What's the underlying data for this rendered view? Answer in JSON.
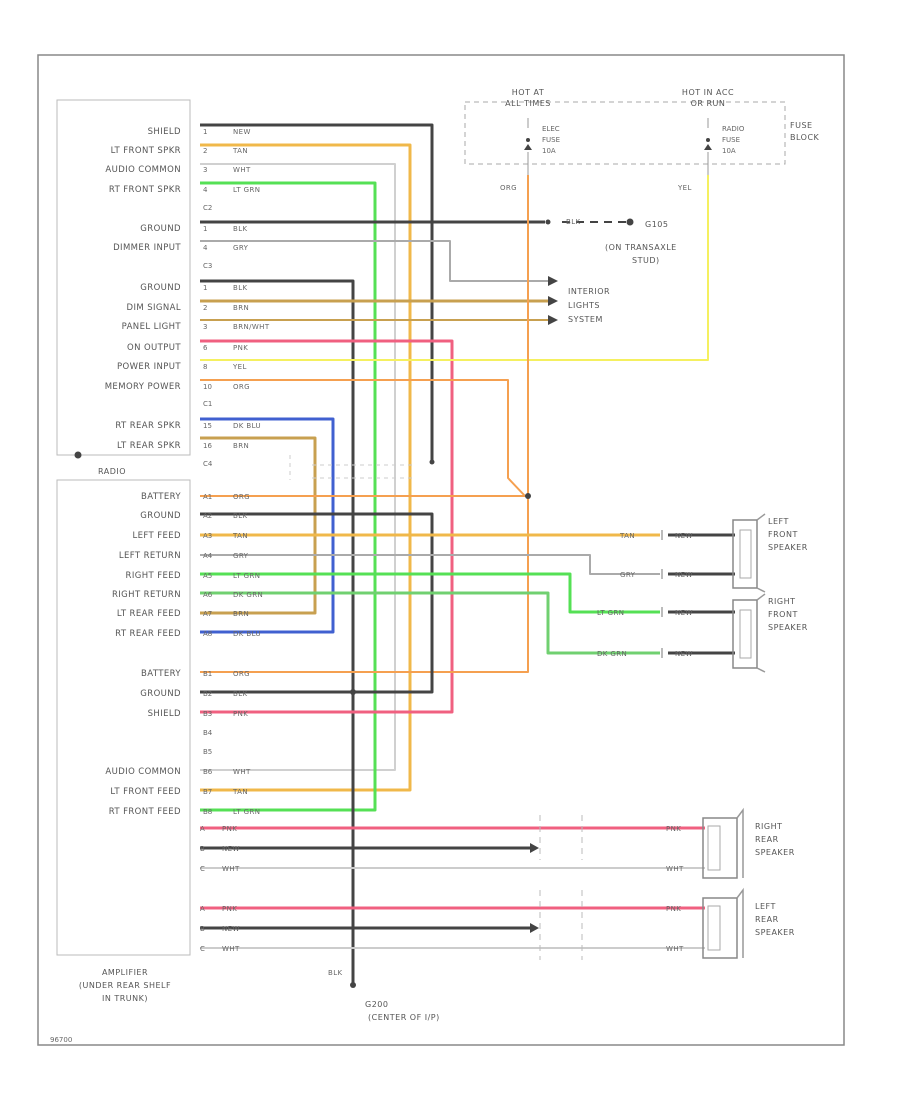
{
  "radio": {
    "title": "RADIO",
    "c2_header": "C2",
    "c3_header": "C3",
    "c1_header": "C1",
    "c4_header": "C4",
    "c4_pins": [
      {
        "label": "SHIELD",
        "pin": "1",
        "wire": "NEW"
      },
      {
        "label": "LT FRONT SPKR",
        "pin": "2",
        "wire": "TAN"
      },
      {
        "label": "AUDIO COMMON",
        "pin": "3",
        "wire": "WHT"
      },
      {
        "label": "RT FRONT SPKR",
        "pin": "4",
        "wire": "LT GRN"
      }
    ],
    "c2_pins": [
      {
        "label": "GROUND",
        "pin": "1",
        "wire": "BLK"
      },
      {
        "label": "DIMMER INPUT",
        "pin": "4",
        "wire": "GRY"
      }
    ],
    "c3_pins": [
      {
        "label": "GROUND",
        "pin": "1",
        "wire": "BLK"
      },
      {
        "label": "DIM SIGNAL",
        "pin": "2",
        "wire": "BRN"
      },
      {
        "label": "PANEL LIGHT",
        "pin": "3",
        "wire": "BRN/WHT"
      },
      {
        "label": "ON OUTPUT",
        "pin": "6",
        "wire": "PNK"
      },
      {
        "label": "POWER INPUT",
        "pin": "8",
        "wire": "YEL"
      },
      {
        "label": "MEMORY POWER",
        "pin": "10",
        "wire": "ORG"
      }
    ],
    "c1_pins": [
      {
        "label": "RT REAR SPKR",
        "pin": "15",
        "wire": "DK BLU"
      },
      {
        "label": "LT REAR SPKR",
        "pin": "16",
        "wire": "BRN"
      }
    ]
  },
  "amplifier": {
    "title_lines": [
      "AMPLIFIER",
      "(UNDER REAR SHELF",
      "IN TRUNK)"
    ],
    "a_pins": [
      {
        "label": "BATTERY",
        "pin": "A1",
        "wire": "ORG"
      },
      {
        "label": "GROUND",
        "pin": "A2",
        "wire": "BLK"
      },
      {
        "label": "LEFT FEED",
        "pin": "A3",
        "wire": "TAN"
      },
      {
        "label": "LEFT RETURN",
        "pin": "A4",
        "wire": "GRY"
      },
      {
        "label": "RIGHT FEED",
        "pin": "A5",
        "wire": "LT GRN"
      },
      {
        "label": "RIGHT RETURN",
        "pin": "A6",
        "wire": "DK GRN"
      },
      {
        "label": "LT REAR FEED",
        "pin": "A7",
        "wire": "BRN"
      },
      {
        "label": "RT REAR FEED",
        "pin": "A8",
        "wire": "DK BLU"
      }
    ],
    "b_pins": [
      {
        "label": "BATTERY",
        "pin": "B1",
        "wire": "ORG"
      },
      {
        "label": "GROUND",
        "pin": "B2",
        "wire": "BLK"
      },
      {
        "label": "SHIELD",
        "pin": "B3",
        "wire": "PNK"
      },
      {
        "label": "",
        "pin": "B4",
        "wire": ""
      },
      {
        "label": "",
        "pin": "B5",
        "wire": ""
      },
      {
        "label": "AUDIO COMMON",
        "pin": "B6",
        "wire": "WHT"
      },
      {
        "label": "LT FRONT FEED",
        "pin": "B7",
        "wire": "TAN"
      },
      {
        "label": "RT FRONT FEED",
        "pin": "B8",
        "wire": "LT GRN"
      }
    ],
    "rear_pins": [
      {
        "pin": "A",
        "wire": "PNK"
      },
      {
        "pin": "B",
        "wire": "NEW"
      },
      {
        "pin": "C",
        "wire": "WHT"
      },
      {
        "pin": "A",
        "wire": "PNK"
      },
      {
        "pin": "B",
        "wire": "NEW"
      },
      {
        "pin": "C",
        "wire": "WHT"
      }
    ]
  },
  "fuse_block": {
    "title_lines": [
      "FUSE",
      "BLOCK"
    ],
    "hot_at_all_times": [
      "HOT AT",
      "ALL TIMES"
    ],
    "hot_in_acc": [
      "HOT IN ACC",
      "OR RUN"
    ],
    "elec_fuse": [
      "ELEC",
      "FUSE",
      "10A"
    ],
    "radio_fuse": [
      "RADIO",
      "FUSE",
      "10A"
    ],
    "org_label": "ORG",
    "yel_label": "YEL"
  },
  "ground_g105": {
    "wire": "BLK",
    "dash": "BLK",
    "lines": [
      "G105",
      "(ON TRANSAXLE",
      "STUD)"
    ]
  },
  "interior_lights": [
    "INTERIOR",
    "LIGHTS",
    "SYSTEM"
  ],
  "ground_g200": {
    "wire": "BLK",
    "lines": [
      "G200",
      "(CENTER OF I/P)"
    ]
  },
  "speakers": {
    "left_front": {
      "lines": [
        "LEFT",
        "FRONT",
        "SPEAKER"
      ],
      "wire1": "TAN",
      "wire2": "GRY",
      "pin_wire": "NEW"
    },
    "right_front": {
      "lines": [
        "RIGHT",
        "FRONT",
        "SPEAKER"
      ],
      "wire1": "LT GRN",
      "wire2": "DK GRN",
      "pin_wire": "NEW"
    },
    "right_rear": {
      "lines": [
        "RIGHT",
        "REAR",
        "SPEAKER"
      ],
      "wire1": "PNK",
      "wire2": "WHT"
    },
    "left_rear": {
      "lines": [
        "LEFT",
        "REAR",
        "SPEAKER"
      ],
      "wire1": "PNK",
      "wire2": "WHT"
    }
  },
  "figure_code": "96700",
  "colors": {
    "black": "#444444",
    "tan": "#f0b84a",
    "white": "#cccccc",
    "lt_green": "#55e055",
    "gray": "#aaaaaa",
    "brown": "#c8a050",
    "pink": "#f06080",
    "yellow": "#f5f060",
    "orange": "#f5a050",
    "dk_blue": "#4060d0",
    "dk_green": "#70d070"
  }
}
